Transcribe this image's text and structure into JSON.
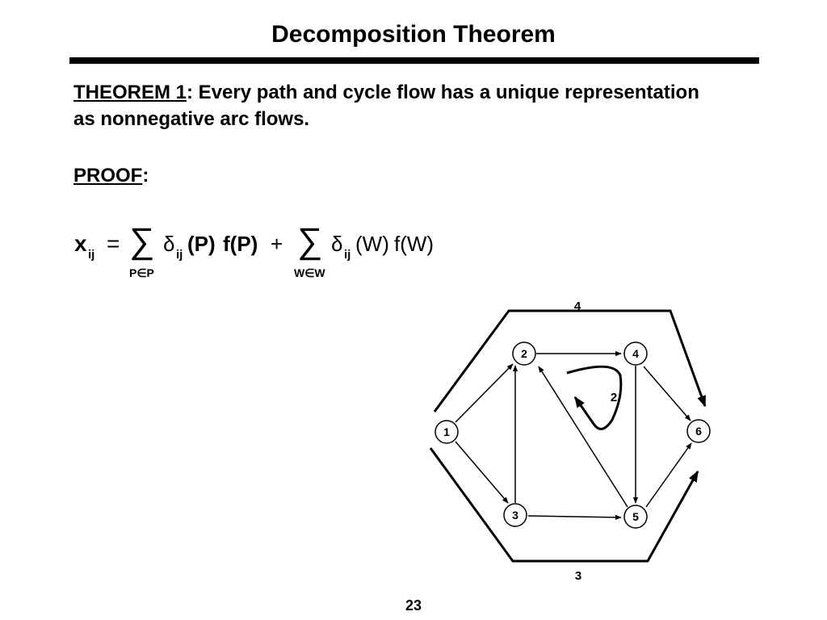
{
  "slide": {
    "title": "Decomposition Theorem",
    "page_number": "23"
  },
  "theorem": {
    "label": "THEOREM 1",
    "separator": ":",
    "text": " Every path and cycle flow has a unique representation as nonnegative arc flows."
  },
  "proof": {
    "label": "PROOF",
    "separator": ":"
  },
  "formula": {
    "lhs_var": "x",
    "lhs_sub": "ij",
    "equals": "=",
    "sum": "∑",
    "sum1_under": "P∈P",
    "delta": "δ",
    "delta_sub": "ij",
    "term1_arg": "(P)",
    "term1_f": "f(P)",
    "plus": "+",
    "sum2_under": "W∈W",
    "term2_arg": "(W)",
    "term2_f": "f(W)"
  },
  "network": {
    "nodes": [
      "1",
      "2",
      "3",
      "4",
      "5",
      "6"
    ],
    "edges": [
      [
        "1",
        "2"
      ],
      [
        "1",
        "3"
      ],
      [
        "3",
        "2"
      ],
      [
        "2",
        "4"
      ],
      [
        "3",
        "5"
      ],
      [
        "4",
        "5"
      ],
      [
        "5",
        "2"
      ],
      [
        "4",
        "6"
      ],
      [
        "5",
        "6"
      ]
    ],
    "path_flow_top": "4",
    "path_flow_bottom": "3",
    "cycle_flow": "2"
  }
}
